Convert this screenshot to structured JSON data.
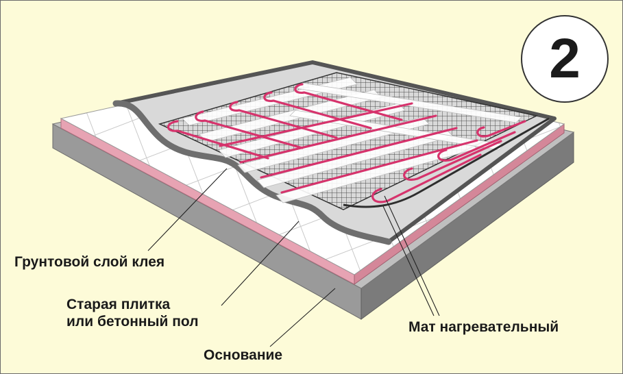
{
  "badge": {
    "number": "2"
  },
  "labels": {
    "primer": "Грунтовой слой клея",
    "old_tile_line1": "Старая плитка",
    "old_tile_line2": "или бетонный пол",
    "base": "Основание",
    "heating_mat": "Мат нагревательный"
  },
  "colors": {
    "background": "#fdfbd8",
    "base_top": "#bdbdbd",
    "base_side": "#8c8c8c",
    "pink_layer": "#f4b6c2",
    "tile": "#ffffff",
    "grout": "#cfcfcf",
    "adhesive": "#e0e0e0",
    "mesh": "#555555",
    "heating_cable": "#d6336c"
  }
}
